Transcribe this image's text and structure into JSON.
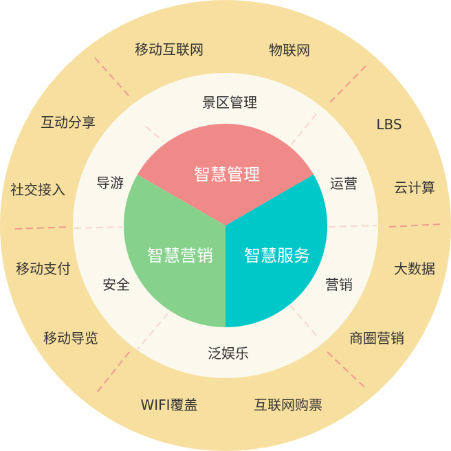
{
  "core": {
    "top": "智慧管理",
    "left": "智慧营销",
    "right": "智慧服务"
  },
  "middle_ring": {
    "top": "景区管理",
    "upper_left": "导游",
    "upper_right": "运营",
    "lower_left": "安全",
    "lower_right": "营销",
    "bottom": "泛娱乐"
  },
  "outer_ring": {
    "top_left": "移动互联网",
    "top_right": "物联网",
    "upper_left_1": "互动分享",
    "upper_left_2": "社交接入",
    "upper_right_1": "LBS",
    "upper_right_2": "云计算",
    "lower_left_1": "移动支付",
    "lower_left_2": "移动导览",
    "lower_right_1": "大数据",
    "lower_right_2": "商圈营销",
    "bottom_left": "WIFI覆盖",
    "bottom_right": "互联网购票"
  },
  "colors": {
    "outer_ring": "#f7dfa0",
    "middle_ring": "#fbf8ee",
    "core_top": "#f08a89",
    "core_left": "#86d18c",
    "core_right": "#00c8c8",
    "divider": "#ef9a8e"
  }
}
